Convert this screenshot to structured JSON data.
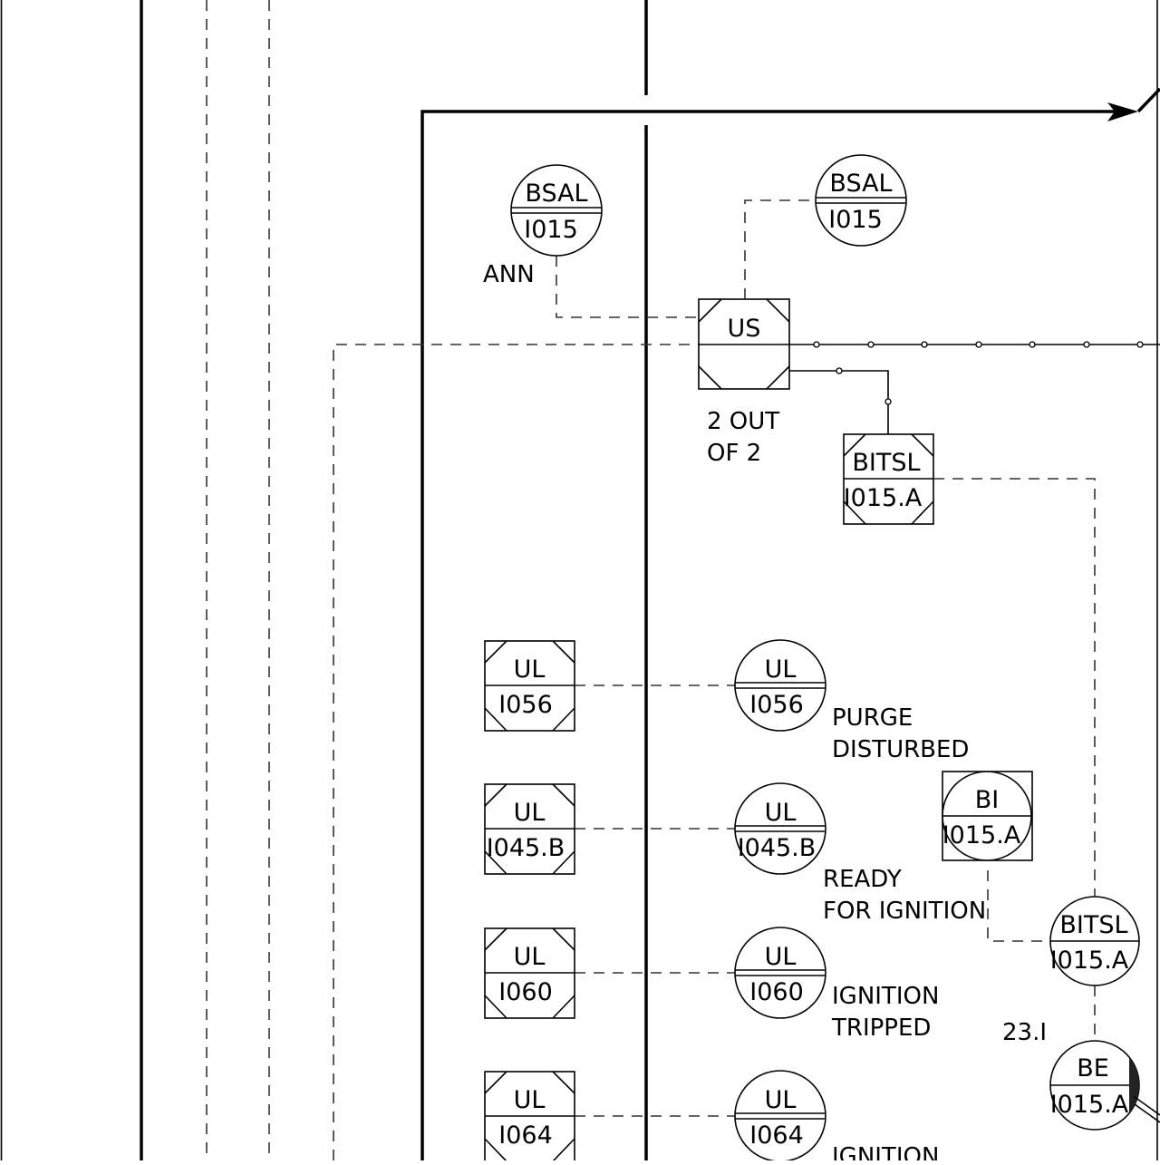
{
  "instruments": {
    "bsal_ann": {
      "func": "BSAL",
      "loop": "I015"
    },
    "bsal_field": {
      "func": "BSAL",
      "loop": "I015"
    },
    "us": {
      "func": "US"
    },
    "bitsl_upper": {
      "func": "BITSL",
      "loop": "I015.A"
    },
    "bitsl_lower": {
      "func": "BITSL",
      "loop": "I015.A"
    },
    "bi": {
      "func": "BI",
      "loop": "I015.A"
    },
    "be": {
      "func": "BE",
      "loop": "I015.A"
    },
    "ul_1056_logic": {
      "func": "UL",
      "loop": "I056"
    },
    "ul_1056_light": {
      "func": "UL",
      "loop": "I056"
    },
    "ul_1045_logic": {
      "func": "UL",
      "loop": "I045.B"
    },
    "ul_1045_light": {
      "func": "UL",
      "loop": "I045.B"
    },
    "ul_1060_logic": {
      "func": "UL",
      "loop": "I060"
    },
    "ul_1060_light": {
      "func": "UL",
      "loop": "I060"
    },
    "ul_1064_logic": {
      "func": "UL",
      "loop": "I064"
    },
    "ul_1064_light": {
      "func": "UL",
      "loop": "I064"
    }
  },
  "labels": {
    "ann": "ANN",
    "voting_line1": "2  OUT",
    "voting_line2": "OF  2",
    "purge_line1": "PURGE",
    "purge_line2": "DISTURBED",
    "ready_line1": "READY",
    "ready_line2": "FOR  IGNITION",
    "tripped_line1": "IGNITION",
    "tripped_line2": "TRIPPED",
    "ignition_partial": "IGNITION",
    "ref": "23.I"
  }
}
